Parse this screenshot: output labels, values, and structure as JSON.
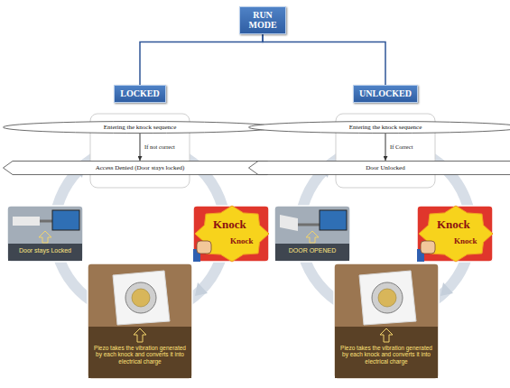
{
  "diagram": {
    "nodes": [
      {
        "text": [
          "RUN MODE"
        ]
      },
      {
        "text": [
          "LOCKED"
        ]
      },
      {
        "text": [
          "UNLOCKED"
        ]
      },
      {
        "text": [
          "Entering the knock sequence"
        ]
      },
      {
        "text": [
          "Access Denied (Door stays locked)"
        ]
      },
      {
        "text": [
          "Entering the knock sequence"
        ]
      },
      {
        "text": [
          "Door Unlocked"
        ]
      }
    ],
    "edges": [
      {
        "from": 0,
        "to": 1,
        "arrow": "none"
      },
      {
        "from": 0,
        "to": 2,
        "arrow": "none"
      },
      {
        "from": 3,
        "to": 4,
        "label": "If not correct",
        "arrow": "to"
      },
      {
        "from": 5,
        "to": 6,
        "label": "If Correct",
        "arrow": "to"
      }
    ],
    "labels": [
      "Door stays Locked",
      "Knock",
      "Knock",
      "Piezo takes the vibration generated by each knock and converts it into electrical charge",
      "DOOR OPENED",
      "Knock",
      "Knock",
      "Piezo takes the vibration generated by each knock and converts it into electrical charge"
    ]
  }
}
